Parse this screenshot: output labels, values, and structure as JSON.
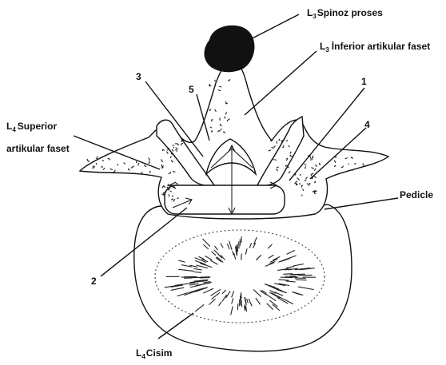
{
  "labels": {
    "spinous_process": {
      "prefix": "L",
      "sub": "3",
      "text": "Spinoz proses"
    },
    "inferior_facet": {
      "prefix": "L",
      "sub": "3",
      "text": "İnferior artikular faset"
    },
    "superior_facet_line1": {
      "prefix": "L",
      "sub": "4",
      "text": "Superior"
    },
    "superior_facet_line2": {
      "text": "artikular faset"
    },
    "pedicle": {
      "text": "Pedicle"
    },
    "body": {
      "prefix": "L",
      "sub": "4",
      "text": "Cisim"
    }
  },
  "numbers": [
    "1",
    "2",
    "3",
    "4",
    "5"
  ],
  "colors": {
    "ink": "#111111",
    "background": "#ffffff"
  }
}
